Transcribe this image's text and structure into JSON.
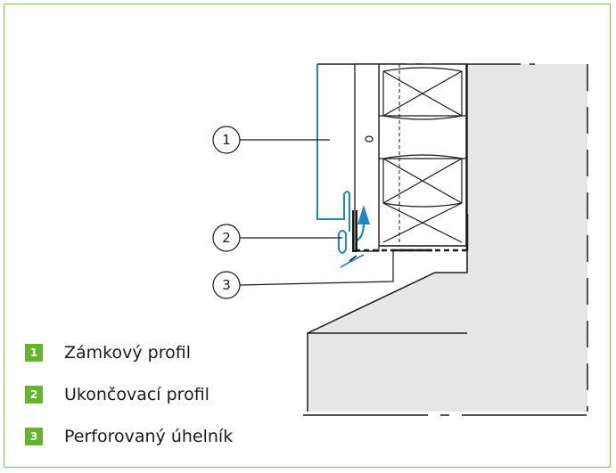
{
  "callouts": [
    {
      "number": "1"
    },
    {
      "number": "2"
    },
    {
      "number": "3"
    }
  ],
  "legend": [
    {
      "number": "1",
      "label": "Zámkový profil"
    },
    {
      "number": "2",
      "label": "Ukončovací profil"
    },
    {
      "number": "3",
      "label": "Perforovaný úhelník"
    }
  ],
  "colors": {
    "frame": "#7dc242",
    "badge": "#65b32e",
    "accent_blue": "#1b88c7",
    "concrete": "#e6e6e6",
    "line": "#1a1a1a"
  }
}
